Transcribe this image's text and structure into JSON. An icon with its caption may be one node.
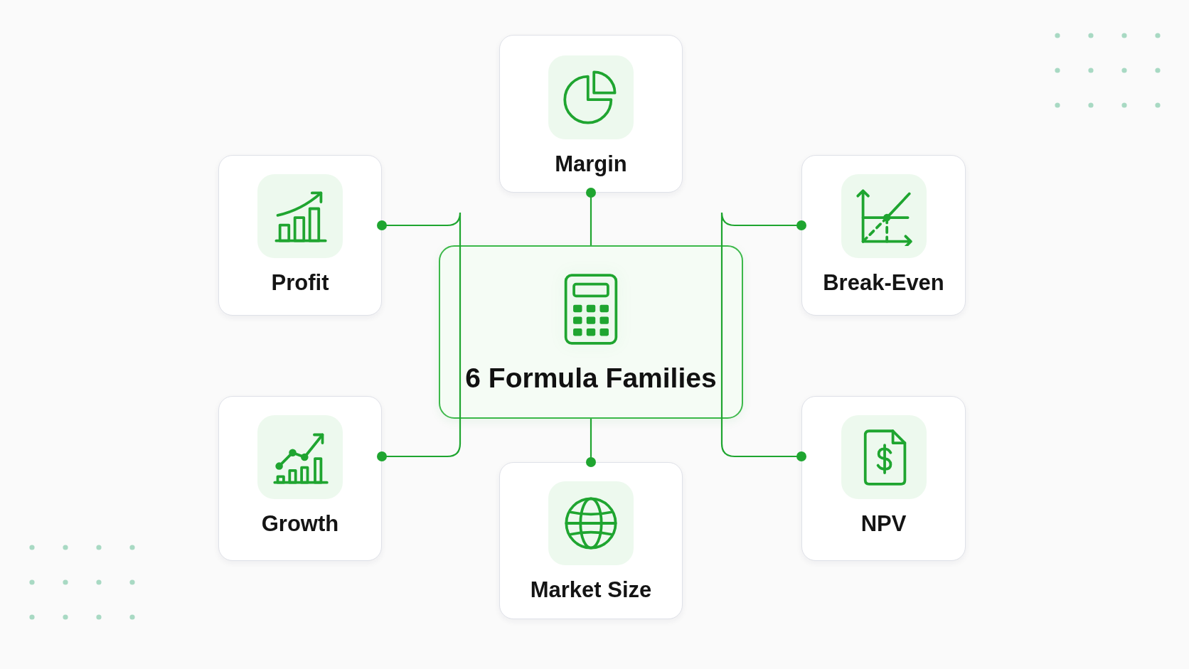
{
  "diagram": {
    "nodes": [
      {
        "text": [
          "Margin"
        ]
      },
      {
        "text": [
          "Profit"
        ]
      },
      {
        "text": [
          "Break-Even"
        ]
      },
      {
        "text": [
          "6 Formula Families"
        ]
      },
      {
        "text": [
          "Growth"
        ]
      },
      {
        "text": [
          "NPV"
        ]
      },
      {
        "text": [
          "Market Size"
        ]
      }
    ],
    "edges": [
      {
        "from": 3,
        "to": 0,
        "arrow": "other"
      },
      {
        "from": 3,
        "to": 1,
        "arrow": "other"
      },
      {
        "from": 3,
        "to": 2,
        "arrow": "other"
      },
      {
        "from": 3,
        "to": 4,
        "arrow": "other"
      },
      {
        "from": 3,
        "to": 5,
        "arrow": "other"
      },
      {
        "from": 3,
        "to": 6,
        "arrow": "other"
      }
    ]
  }
}
